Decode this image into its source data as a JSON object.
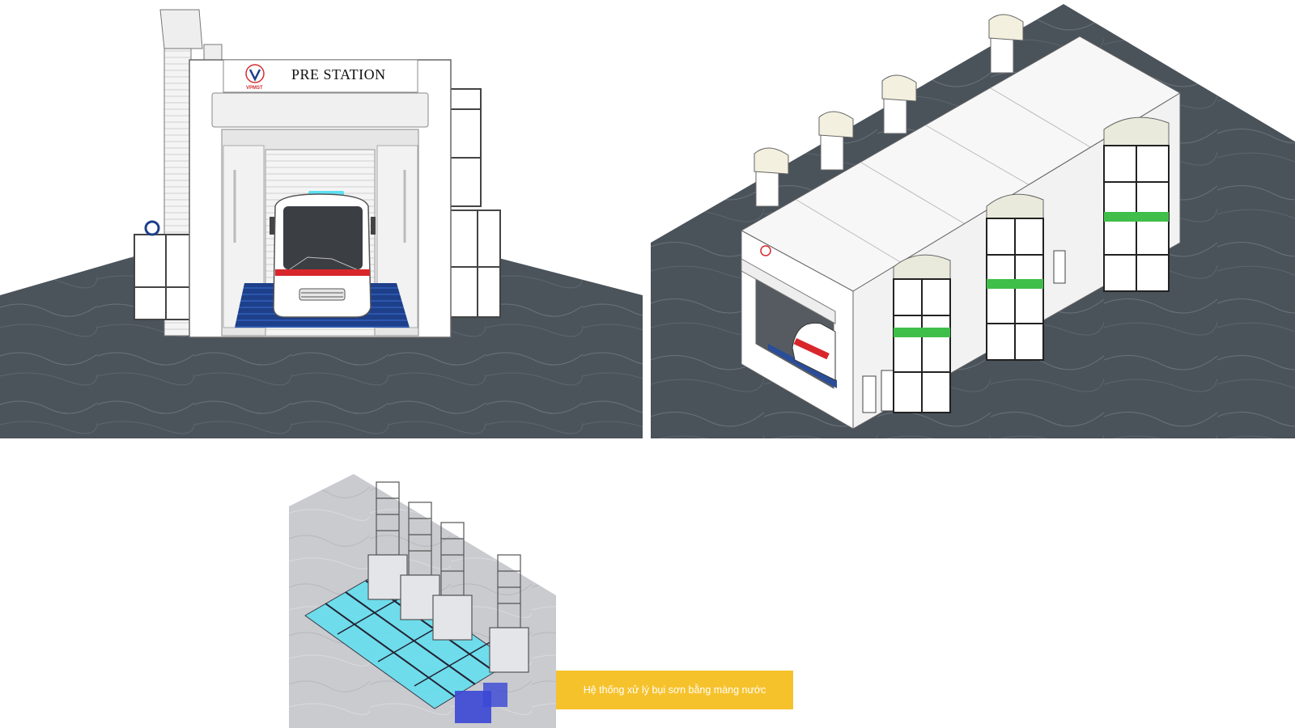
{
  "front_view": {
    "sign_text": "PRE STATION",
    "logo_text": "VPMST"
  },
  "caption": {
    "text": "Hệ thống xử lý bụi sơn bằng màng nước"
  },
  "colors": {
    "floor": "#4a525a",
    "booth_wall": "#ffffff",
    "grate": "#2a4d9a",
    "filter_green": "#3fbf4a",
    "bus_red": "#d8262b",
    "water_cyan": "#5fe0f0",
    "caption_bg": "#f6c22c"
  }
}
